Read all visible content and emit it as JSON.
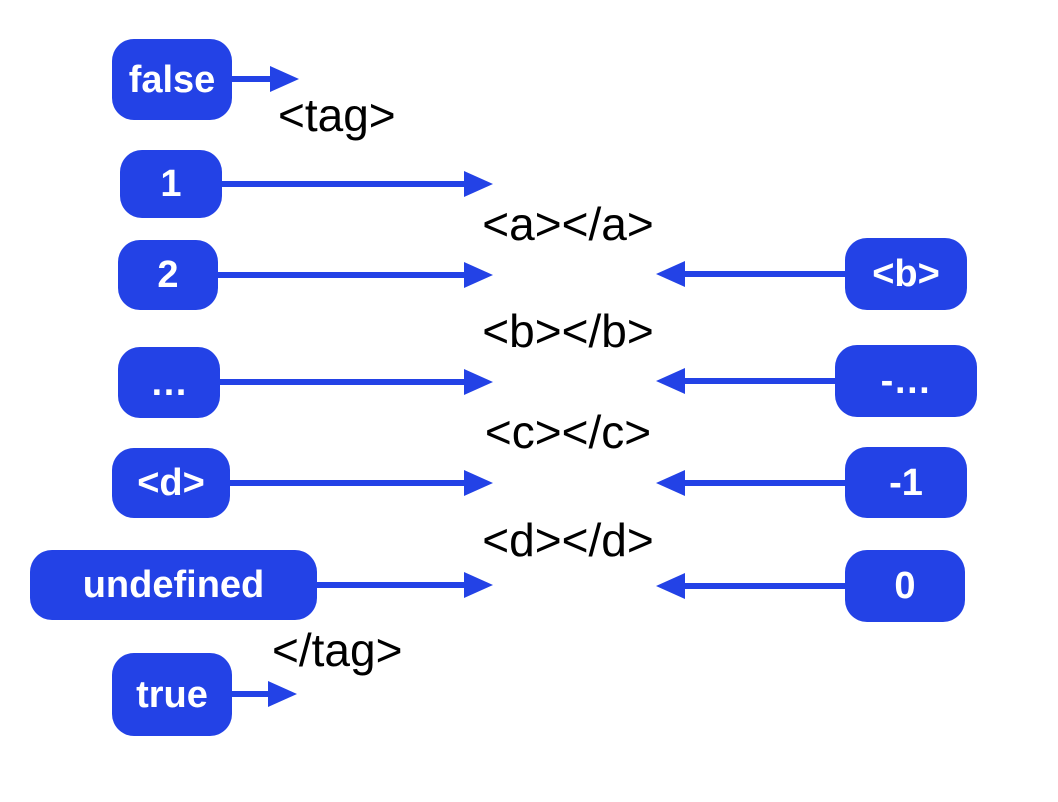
{
  "diagram": {
    "background_color": "#ffffff",
    "accent_color": "#2342e6",
    "code_text_color": "#000000",
    "badge_text_color": "#ffffff",
    "code_lines": [
      "<tag>",
      "<a></a>",
      "<b></b>",
      "<c></c>",
      "<d></d>",
      "</tag>"
    ],
    "left_markers": [
      "false",
      "1",
      "2",
      "…",
      "<d>",
      "undefined",
      "true"
    ],
    "right_markers": [
      "<b>",
      "-…",
      "-1",
      "0"
    ]
  }
}
